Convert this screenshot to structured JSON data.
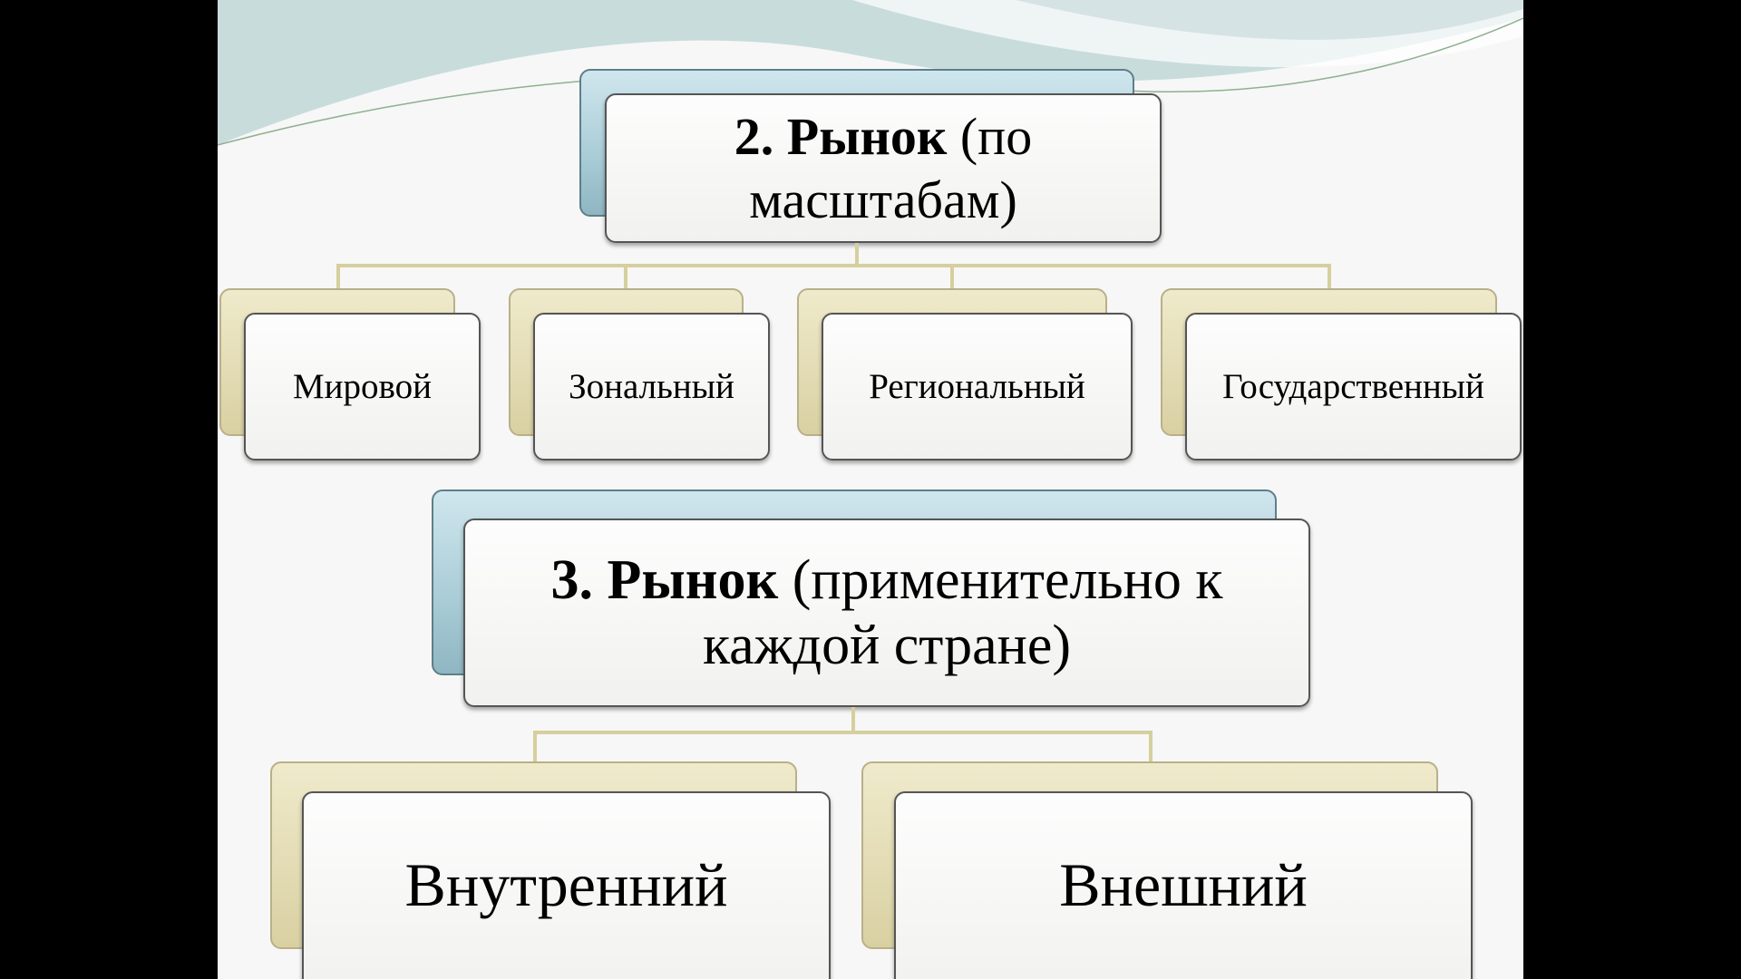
{
  "level2": {
    "title_bold": "2. Рынок",
    "title_rest": "(по масштабам)",
    "children": [
      "Мировой",
      "Зональный",
      "Региональный",
      "Государственный"
    ]
  },
  "level3": {
    "title_bold": "3. Рынок",
    "title_rest": "(применительно к каждой стране)",
    "children": [
      "Внутренний",
      "Внешний"
    ]
  },
  "colors": {
    "blue_accent": "#a9ccd6",
    "tan_accent": "#d9d0a2",
    "connector": "#d6cf9e"
  }
}
